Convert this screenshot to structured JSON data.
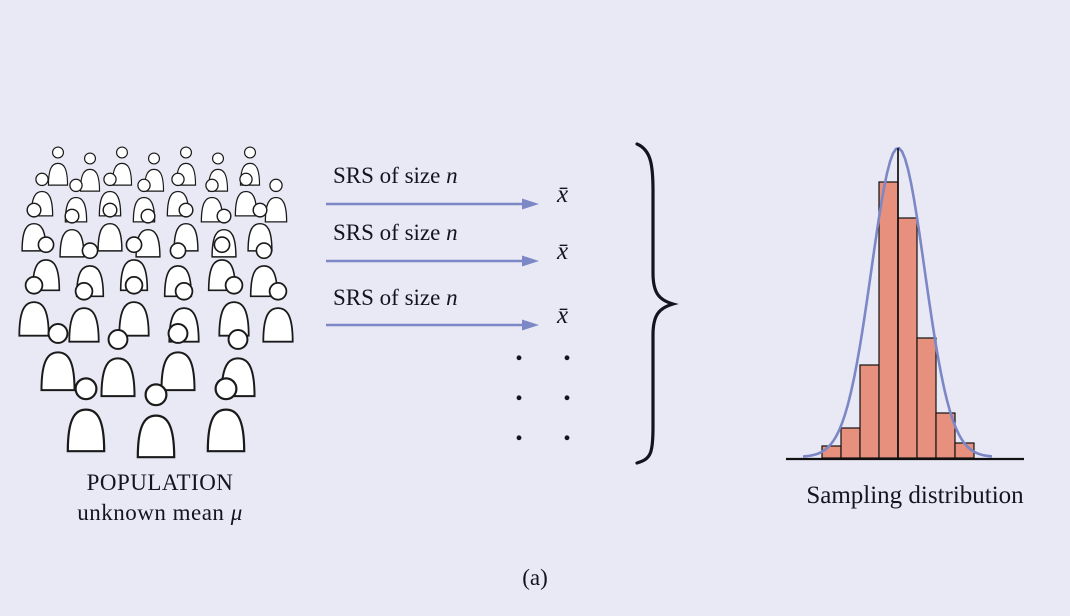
{
  "figure": {
    "background": "#e9e9f5",
    "text_color": "#141420",
    "caption": "(a)"
  },
  "population": {
    "title": "POPULATION",
    "subtitle_prefix": "unknown mean ",
    "mean_symbol": "μ"
  },
  "sampling": {
    "arrow_label_prefix": "SRS of size ",
    "sample_size_symbol": "n",
    "sample_mean_symbol": "x̄",
    "dot": ".",
    "arrow_color": "#7c87c6",
    "num_arrows": 3
  },
  "chart_data": {
    "type": "bar",
    "subtype": "histogram-with-normal-curve",
    "title": "Sampling distribution",
    "bar_color": "#e8907e",
    "bar_outline": "#111111",
    "curve_color": "#7c87c6",
    "axis_color": "#111111",
    "bar_relative_heights": [
      0.04,
      0.1,
      0.31,
      0.92,
      0.8,
      0.4,
      0.15,
      0.05
    ],
    "curve_peak_relative": 1.03,
    "center_line": true,
    "x_axis": true,
    "legend": "none",
    "ylabel": "",
    "xlabel": ""
  }
}
